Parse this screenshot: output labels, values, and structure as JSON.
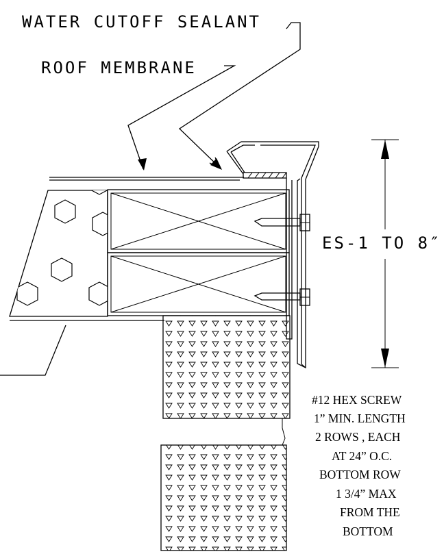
{
  "labels": {
    "water_cutoff": "WATER CUTOFF SEALANT",
    "roof_membrane": "ROOF MEMBRANE",
    "es_range": "ES-1 TO 8″"
  },
  "screw_note": [
    "#12 HEX SCREW",
    "1” MIN. LENGTH",
    "2 ROWS , EACH",
    "AT 24” O.C.",
    "BOTTOM ROW",
    "1 3/4” MAX",
    "FROM THE",
    "BOTTOM"
  ]
}
